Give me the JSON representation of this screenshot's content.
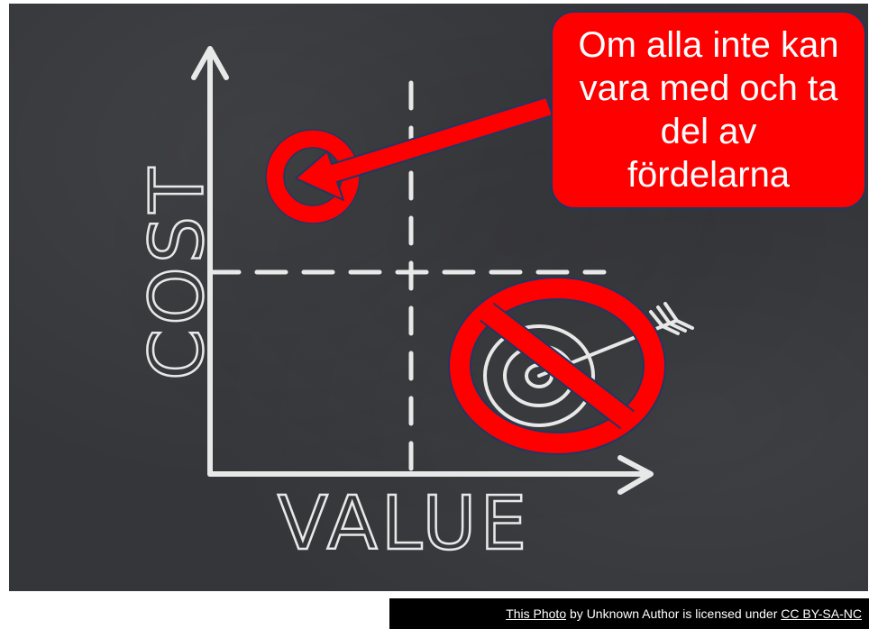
{
  "diagram": {
    "y_axis_label": "COST",
    "x_axis_label": "VALUE",
    "callout_text": "Om alla inte kan\nvara med och ta\ndel av\nfördelarna",
    "colors": {
      "board": "#35363a",
      "chalk": "#e8e8e8",
      "callout_fill": "#ff0000",
      "callout_border": "#1f3763",
      "callout_text": "#ffffff",
      "arrow_fill": "#ff0000",
      "prohibition_sign": "#ff0000"
    },
    "icons": [
      "target-icon",
      "prohibition-sign-icon",
      "arrow-icon"
    ]
  },
  "attribution": {
    "link_text_photo": "This Photo",
    "middle_text": " by Unknown Author is licensed under ",
    "link_text_license": "CC BY-SA-NC"
  }
}
